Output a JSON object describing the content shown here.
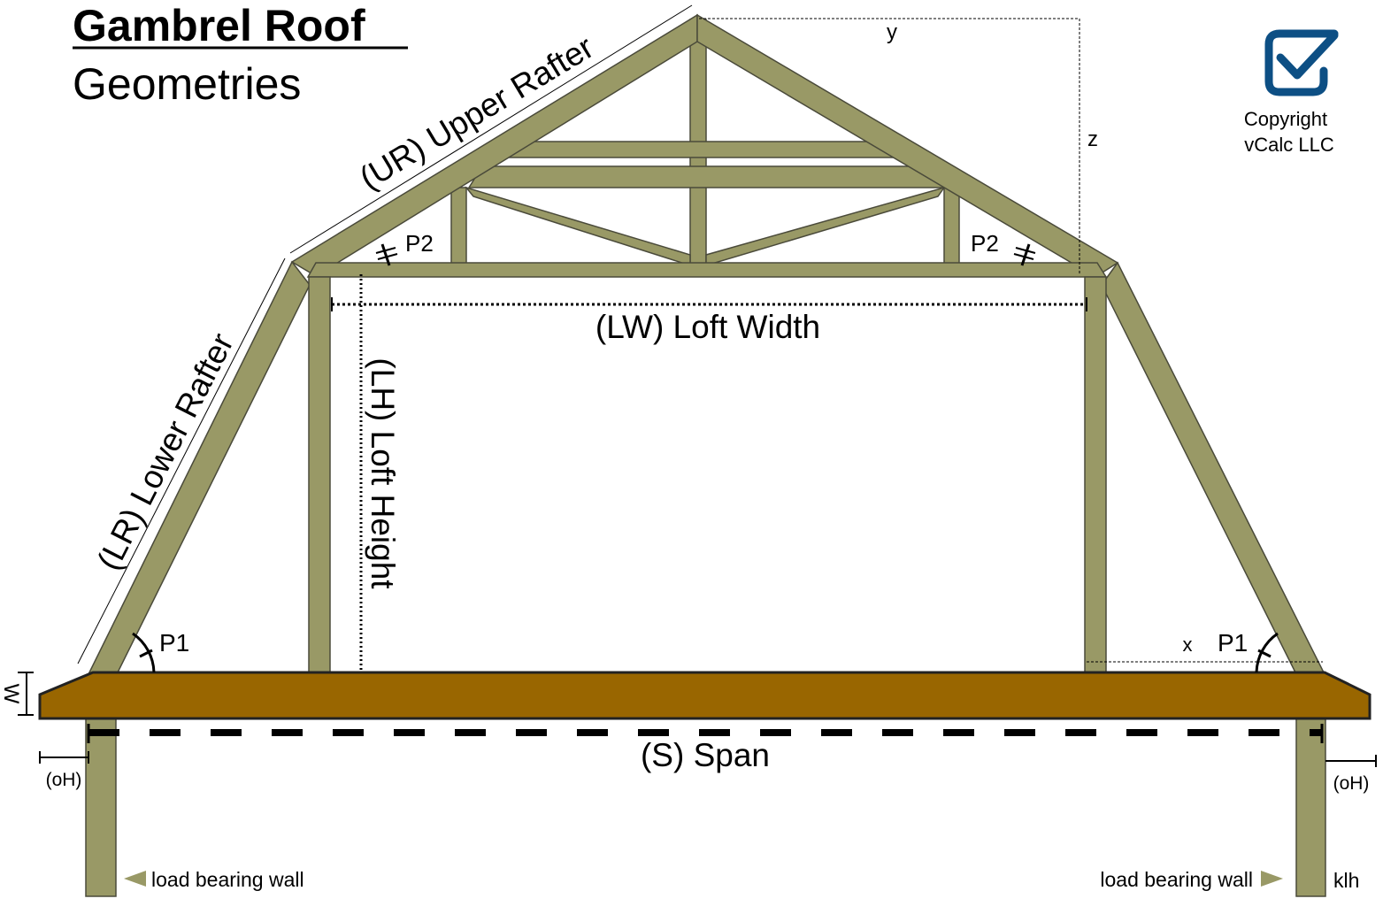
{
  "title": {
    "line1": "Gambrel Roof",
    "line2": "Geometries"
  },
  "logo": {
    "icon": "checkbox-check-icon",
    "color": "#0d4f84",
    "copyright_line1": "Copyright",
    "copyright_line2": "vCalc LLC"
  },
  "labels": {
    "upper_rafter": "(UR) Upper Rafter",
    "lower_rafter": "(LR) Lower Rafter",
    "loft_width": "(LW) Loft Width",
    "loft_height": "(LH) Loft Height",
    "span": "(S) Span",
    "overhang_left": "(oH)",
    "overhang_right": "(oH)",
    "p1_left": "P1",
    "p1_right": "P1",
    "p2_left": "P2",
    "p2_right": "P2",
    "x": "x",
    "y": "y",
    "z": "z",
    "w": "W",
    "wall_left": "load bearing wall",
    "wall_right": "load bearing wall",
    "klh": "klh"
  },
  "colors": {
    "timber": "#999966",
    "joist": "#996600",
    "logo": "#0d4f84"
  }
}
